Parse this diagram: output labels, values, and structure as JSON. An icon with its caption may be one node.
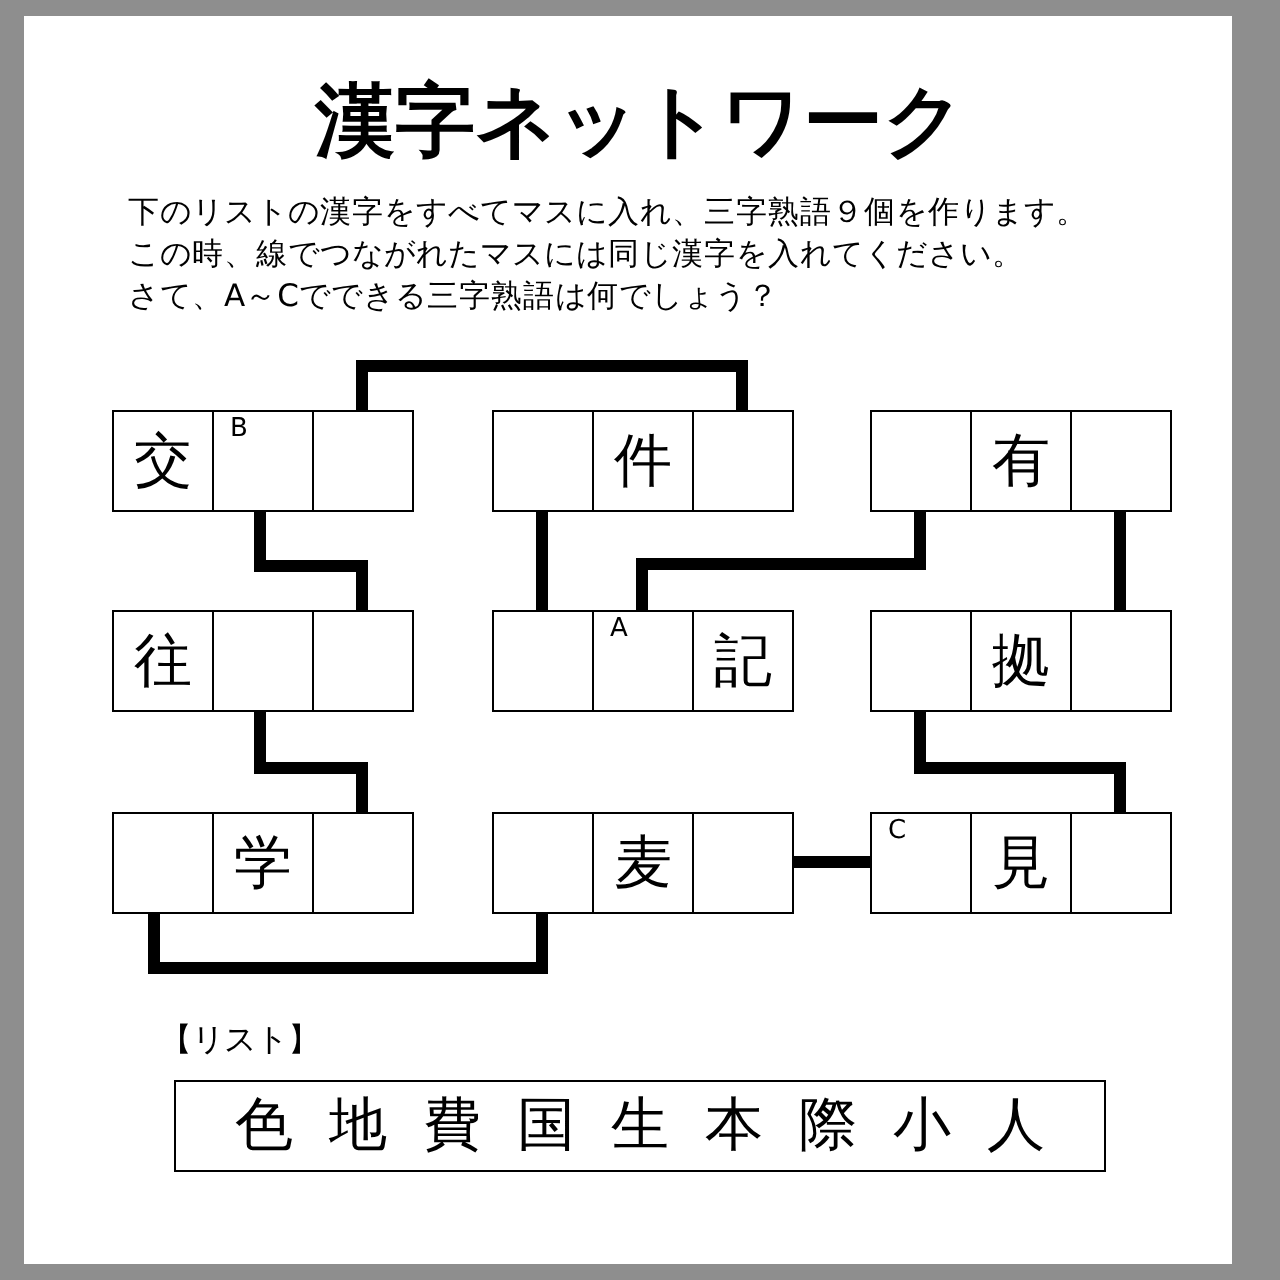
{
  "diagram": {
    "title": "漢字ネットワーク",
    "nodes": [
      {
        "text": [
          "交"
        ]
      },
      {
        "text": [
          "B"
        ]
      },
      {
        "text": [],
        "shape": "box"
      },
      {
        "text": [],
        "shape": "box"
      },
      {
        "text": [
          "件"
        ]
      },
      {
        "text": [],
        "shape": "box"
      },
      {
        "text": [],
        "shape": "box"
      },
      {
        "text": [
          "有"
        ]
      },
      {
        "text": [],
        "shape": "box"
      },
      {
        "text": [
          "往"
        ]
      },
      {
        "text": [],
        "shape": "box"
      },
      {
        "text": [],
        "shape": "box"
      },
      {
        "text": [],
        "shape": "box"
      },
      {
        "text": [
          "A"
        ]
      },
      {
        "text": [
          "記"
        ]
      },
      {
        "text": [],
        "shape": "box"
      },
      {
        "text": [
          "拠"
        ]
      },
      {
        "text": [],
        "shape": "box"
      },
      {
        "text": [],
        "shape": "box"
      },
      {
        "text": [
          "学"
        ]
      },
      {
        "text": [],
        "shape": "box"
      },
      {
        "text": [],
        "shape": "box"
      },
      {
        "text": [
          "麦"
        ]
      },
      {
        "text": [],
        "shape": "box"
      },
      {
        "text": [
          "C"
        ]
      },
      {
        "text": [
          "見"
        ]
      },
      {
        "text": [],
        "shape": "box"
      },
      {
        "text": [
          "【リスト】",
          "色地費国生本際小人"
        ]
      }
    ],
    "edges": [
      {
        "from": 2,
        "to": 5,
        "arrow": "none"
      },
      {
        "from": 1,
        "to": 11,
        "arrow": "none"
      },
      {
        "from": 10,
        "to": 20,
        "arrow": "none"
      },
      {
        "from": 18,
        "to": 21,
        "arrow": "none"
      },
      {
        "from": 3,
        "to": 12,
        "arrow": "none"
      },
      {
        "from": 6,
        "to": 13,
        "arrow": "none"
      },
      {
        "from": 8,
        "to": 17,
        "arrow": "none"
      },
      {
        "from": 15,
        "to": 26,
        "arrow": "none"
      },
      {
        "from": 23,
        "to": 24,
        "arrow": "none"
      }
    ],
    "labels": [
      "下のリストの漢字をすべてマスに入れ、三字熟語９個を作ります。",
      "この時、線でつながれたマスには同じ漢字を入れてください。",
      "さて、A～Cでできる三字熟語は何でしょう？"
    ]
  }
}
